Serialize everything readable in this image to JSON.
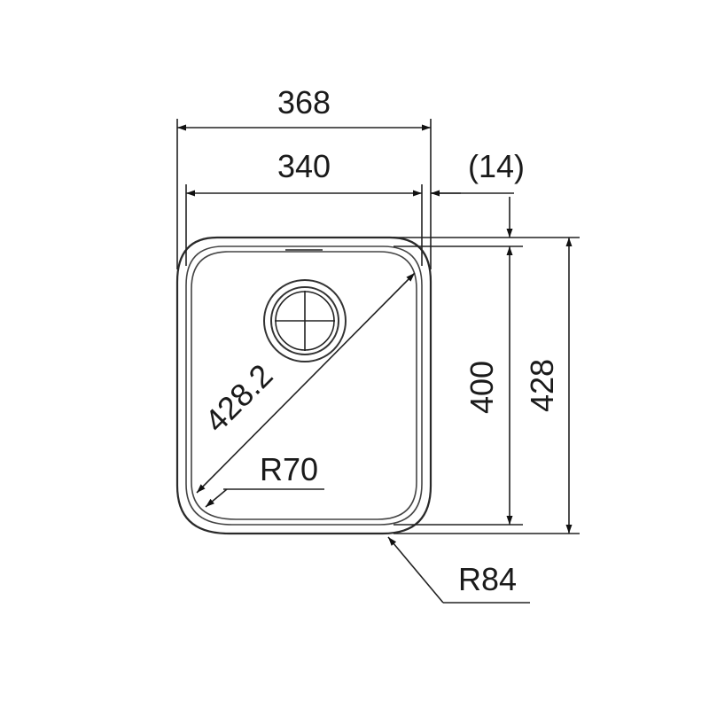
{
  "diagram": {
    "dimensions": {
      "outer_width": "368",
      "inner_width": "340",
      "rim_offset": "(14)",
      "inner_height": "400",
      "outer_height": "428",
      "diagonal": "428.2",
      "inner_radius": "R70",
      "outer_radius": "R84"
    }
  },
  "colors": {
    "line": "#222222",
    "background": "#ffffff"
  }
}
